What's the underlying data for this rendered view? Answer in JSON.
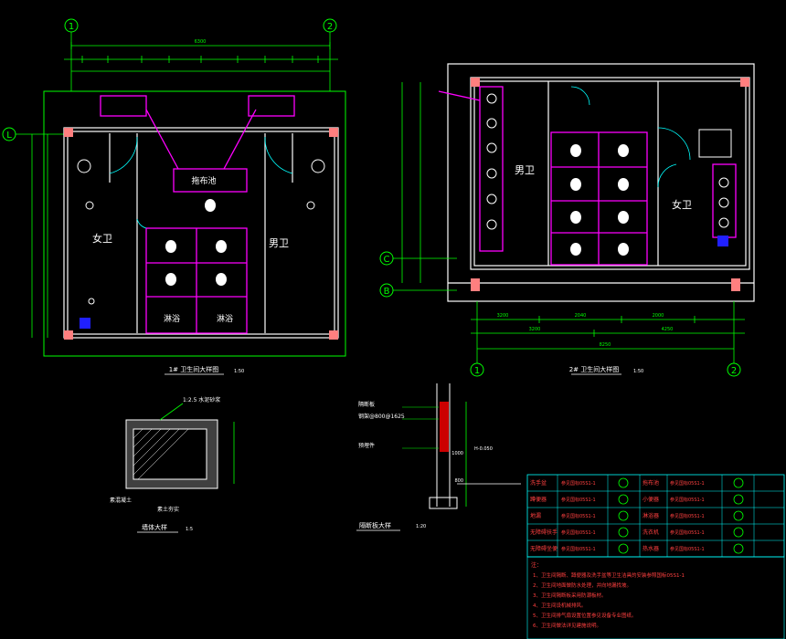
{
  "axis_labels": {
    "plan1_left": "1",
    "plan1_right": "2",
    "plan1_row_top": "L",
    "plan2_left": "1",
    "plan2_right": "2",
    "plan2_row_c": "C",
    "plan2_row_b": "B"
  },
  "plan1": {
    "overall_dim": "6300",
    "female_room": "女卫",
    "male_room": "男卫",
    "stall_label_left": "淋浴",
    "stall_label_right": "淋浴",
    "center_label": "拖布池",
    "caption": "1# 卫生间大样图",
    "scale": "1:50"
  },
  "plan2": {
    "male_room": "男卫",
    "female_room": "女卫",
    "overall_dim": "8250",
    "bottom_dims": [
      "3200",
      "2040",
      "2000"
    ],
    "bottom_dim_b": "3200",
    "bottom_dim_c": "4250",
    "caption": "2# 卫生间大样图",
    "scale": "1:50"
  },
  "detail_section": {
    "top_note": "1:2.5 水泥砂浆",
    "label_left": "素混凝土",
    "label_bottom": "素土夯实",
    "caption": "墙体大样",
    "scale": "1:5"
  },
  "detail_partition": {
    "note1": "隔断板",
    "note2": "钢架@800@1625",
    "note3": "预埋件",
    "elev_top": "1000",
    "elev_right": "H-0.050",
    "elev_lower": "800",
    "caption": "隔断板大样",
    "scale": "1:20"
  },
  "legend": {
    "rows": [
      {
        "name": "洗手盆",
        "spec": "参见国标05S1-1",
        "name2": "拖布池",
        "spec2": "参见国标05S1-1"
      },
      {
        "name": "蹲便器",
        "spec": "参见国标05S1-1",
        "name2": "小便器",
        "spec2": "参见国标05S1-1"
      },
      {
        "name": "地漏",
        "spec": "参见国标05S1-1",
        "name2": "淋浴器",
        "spec2": "参见国标05S1-1"
      },
      {
        "name": "无障碍扶手",
        "spec": "参见国标05S1-1",
        "name2": "洗衣机",
        "spec2": "参见国标05S1-1"
      },
      {
        "name": "无障碍坐便",
        "spec": "参见国标05S1-1",
        "name2": "热水器",
        "spec2": "参见国标05S1-1"
      }
    ],
    "notes_title": "注：",
    "notes": [
      "1、卫生间隔断、蹲便器及洗手盆等卫生洁具的安装参照国标05S1-1",
      "2、卫生间地面做防水处理，并向地漏找坡。",
      "3、卫生间隔断板采用防潮板材。",
      "4、卫生间设机械排风。",
      "5、卫生间排气扇设置位置参见设备专业图纸。",
      "6、卫生间做法详见建施说明。"
    ]
  },
  "colors": {
    "background": "#000000",
    "wall": "#ffffff",
    "dimension": "#00ff00",
    "fixture": "#ff00ff",
    "axis": "#00ff00",
    "legend_line": "#ff0000",
    "legend_frame": "#00ffff",
    "note_text": "#ff4040",
    "fixture_icon": "#00ff00",
    "door": "#00ffff",
    "water": "#0000ff"
  }
}
